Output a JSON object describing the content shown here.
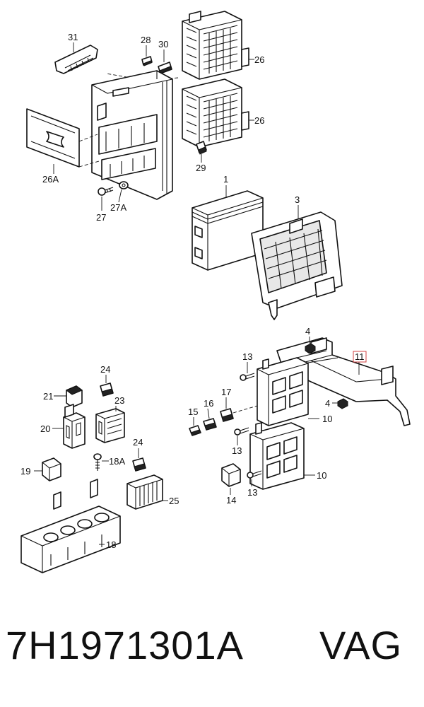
{
  "caption": {
    "part_number": "7H1971301A",
    "brand": "VAG"
  },
  "labels": {
    "l31": "31",
    "l28": "28",
    "l30": "30",
    "l26a": "26",
    "l26b": "26",
    "l26A": "26A",
    "l27": "27",
    "l27A": "27A",
    "l29": "29",
    "l1": "1",
    "l3": "3",
    "l4a": "4",
    "l4b": "4",
    "l11": "11",
    "l13a": "13",
    "l13b": "13",
    "l13c": "13",
    "l10a": "10",
    "l10b": "10",
    "l15": "15",
    "l16": "16",
    "l17": "17",
    "l14": "14",
    "l21": "21",
    "l24a": "24",
    "l23": "23",
    "l20": "20",
    "l19": "19",
    "l18A": "18A",
    "l24b": "24",
    "l25": "25",
    "l18": "18"
  },
  "highlight": {
    "label": "l11",
    "color": "#d04040"
  }
}
